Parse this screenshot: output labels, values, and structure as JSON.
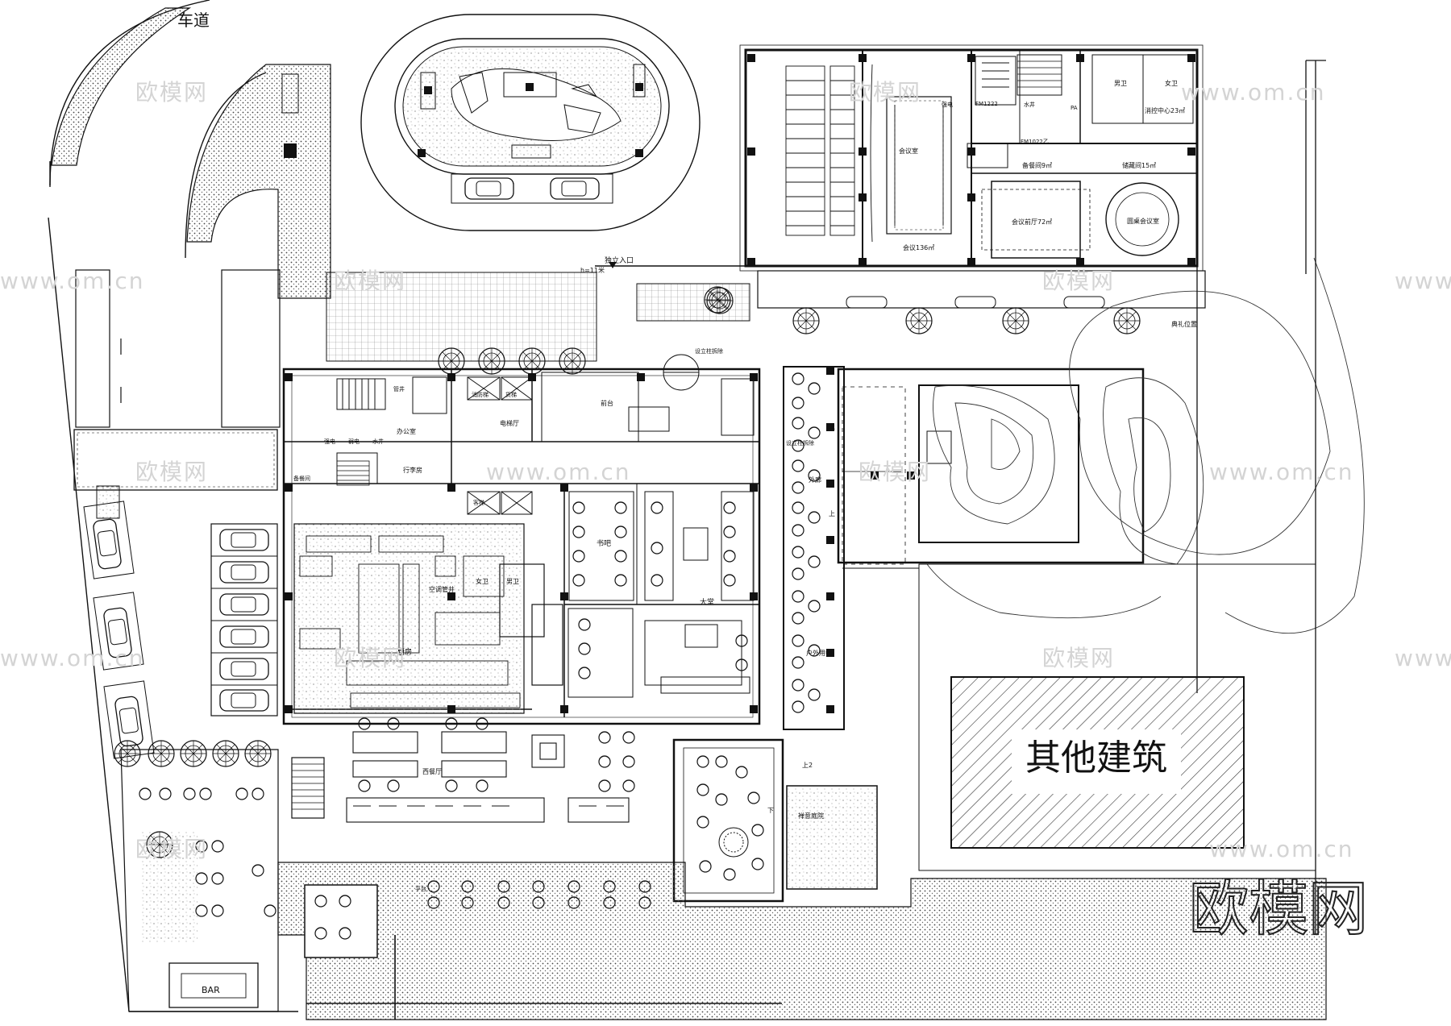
{
  "road_label": "车道",
  "entrance_label": "独立入口",
  "elevation_label": "h=11米",
  "other_building": "其他建筑",
  "watermark_logo": "欧模网",
  "watermarks": [
    "欧模网",
    "www.om.cn"
  ],
  "rooms": {
    "meeting_136": "会议136㎡",
    "meeting_room": "会议室",
    "multi_hall": "会议前厅72㎡",
    "round_meeting": "圆桌会议室",
    "storage": "备餐间9㎡",
    "store_15": "储藏间15㎡",
    "fire_control": "消控中心23㎡",
    "male_wc": "男卫",
    "female_wc": "女卫",
    "elevator_hall": "电梯厅",
    "office": "办公室",
    "luggage": "行李房",
    "front_desk": "前台",
    "reception": "设立柱拆除",
    "bookbar": "书吧",
    "lobby": "大堂",
    "restaurant": "西餐厅",
    "kitchen": "厨房",
    "outdoor_dining": "户外用餐",
    "outdoor_gallery": "外廊",
    "bar": "BAR",
    "zen_garden": "禅意庭院",
    "deck": "平台",
    "fw1": "FM1222",
    "fw2": "FM1022乙",
    "pa": "PA",
    "up1": "上",
    "up2": "上2",
    "down": "下",
    "fire_elev": "消防梯",
    "cargo_elev": "货梯",
    "guest_elev": "客梯",
    "shaft": "管井",
    "power": "强电",
    "weak": "弱电",
    "water": "水井",
    "pantry": "备餐间",
    "ac": "空调管井",
    "ceremony": "典礼位置"
  },
  "colors": {
    "line": "#111111",
    "hatch": "#555555",
    "watermark": "#d4d4d4"
  }
}
